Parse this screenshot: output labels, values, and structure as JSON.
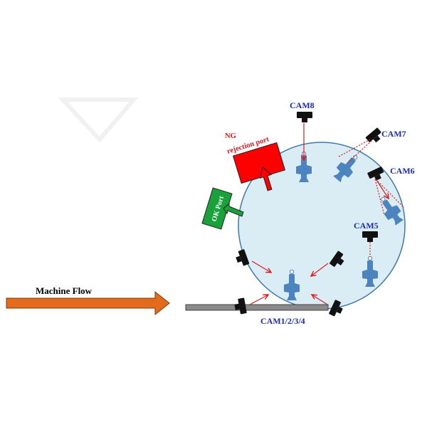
{
  "labels": {
    "machine_flow": "Machine Flow",
    "ng": "NG",
    "rejection_port": "rejection port",
    "ok_port": "OK Port",
    "cam8": "CAM8",
    "cam7": "CAM7",
    "cam6": "CAM6",
    "cam5": "CAM5",
    "cam1234": "CAM1/2/3/4"
  },
  "colors": {
    "turntable": "#daedf5",
    "turntable_border": "#3d79b0",
    "part": "#4c84bf",
    "camera": "#111111",
    "camera_label": "#1e2ca8",
    "ng_port": "#ff0000",
    "ok_port": "#1aa23a",
    "ray": "#e0191d",
    "flow_arrow": "#e36b1c",
    "conveyor": "#8a8a8a"
  }
}
